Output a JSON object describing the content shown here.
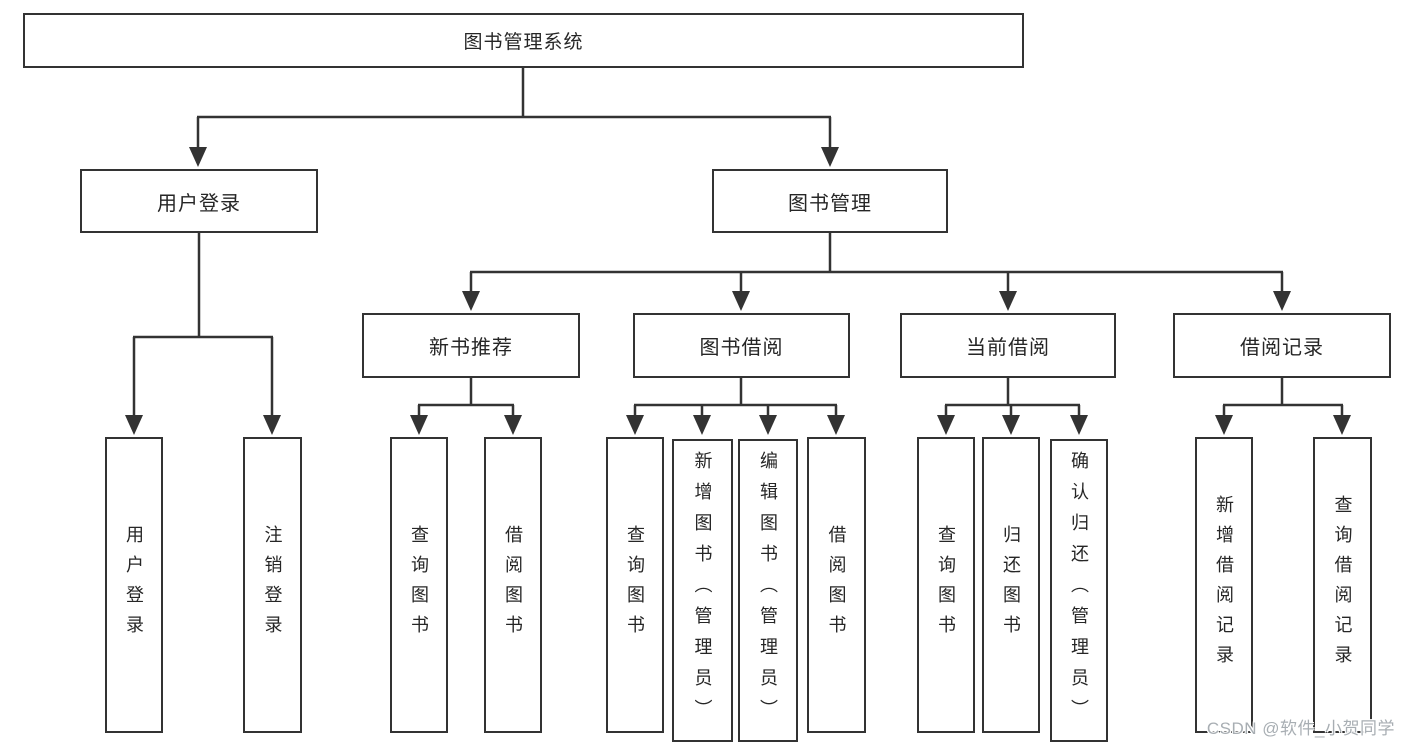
{
  "diagram": {
    "colors": {
      "line": "#333333",
      "text": "#262626",
      "box_fill": "#ffffff",
      "watermark_gray": "#a8aeb3"
    },
    "root": {
      "label": "图书管理系统"
    },
    "user_branch": {
      "label": "用户登录",
      "children": [
        {
          "label": "用户登录"
        },
        {
          "label": "注销登录"
        }
      ]
    },
    "book_branch": {
      "label": "图书管理",
      "groups": [
        {
          "label": "新书推荐",
          "children": [
            {
              "label": "查询图书"
            },
            {
              "label": "借阅图书"
            }
          ]
        },
        {
          "label": "图书借阅",
          "children": [
            {
              "label": "查询图书"
            },
            {
              "label": "新增图书（管理员）"
            },
            {
              "label": "编辑图书（管理员）"
            },
            {
              "label": "借阅图书"
            }
          ]
        },
        {
          "label": "当前借阅",
          "children": [
            {
              "label": "查询图书"
            },
            {
              "label": "归还图书"
            },
            {
              "label": "确认归还（管理员）"
            }
          ]
        },
        {
          "label": "借阅记录",
          "children": [
            {
              "label": "新增借阅记录"
            },
            {
              "label": "查询借阅记录"
            }
          ]
        }
      ]
    },
    "watermark": "CSDN @软件_小贺同学"
  }
}
